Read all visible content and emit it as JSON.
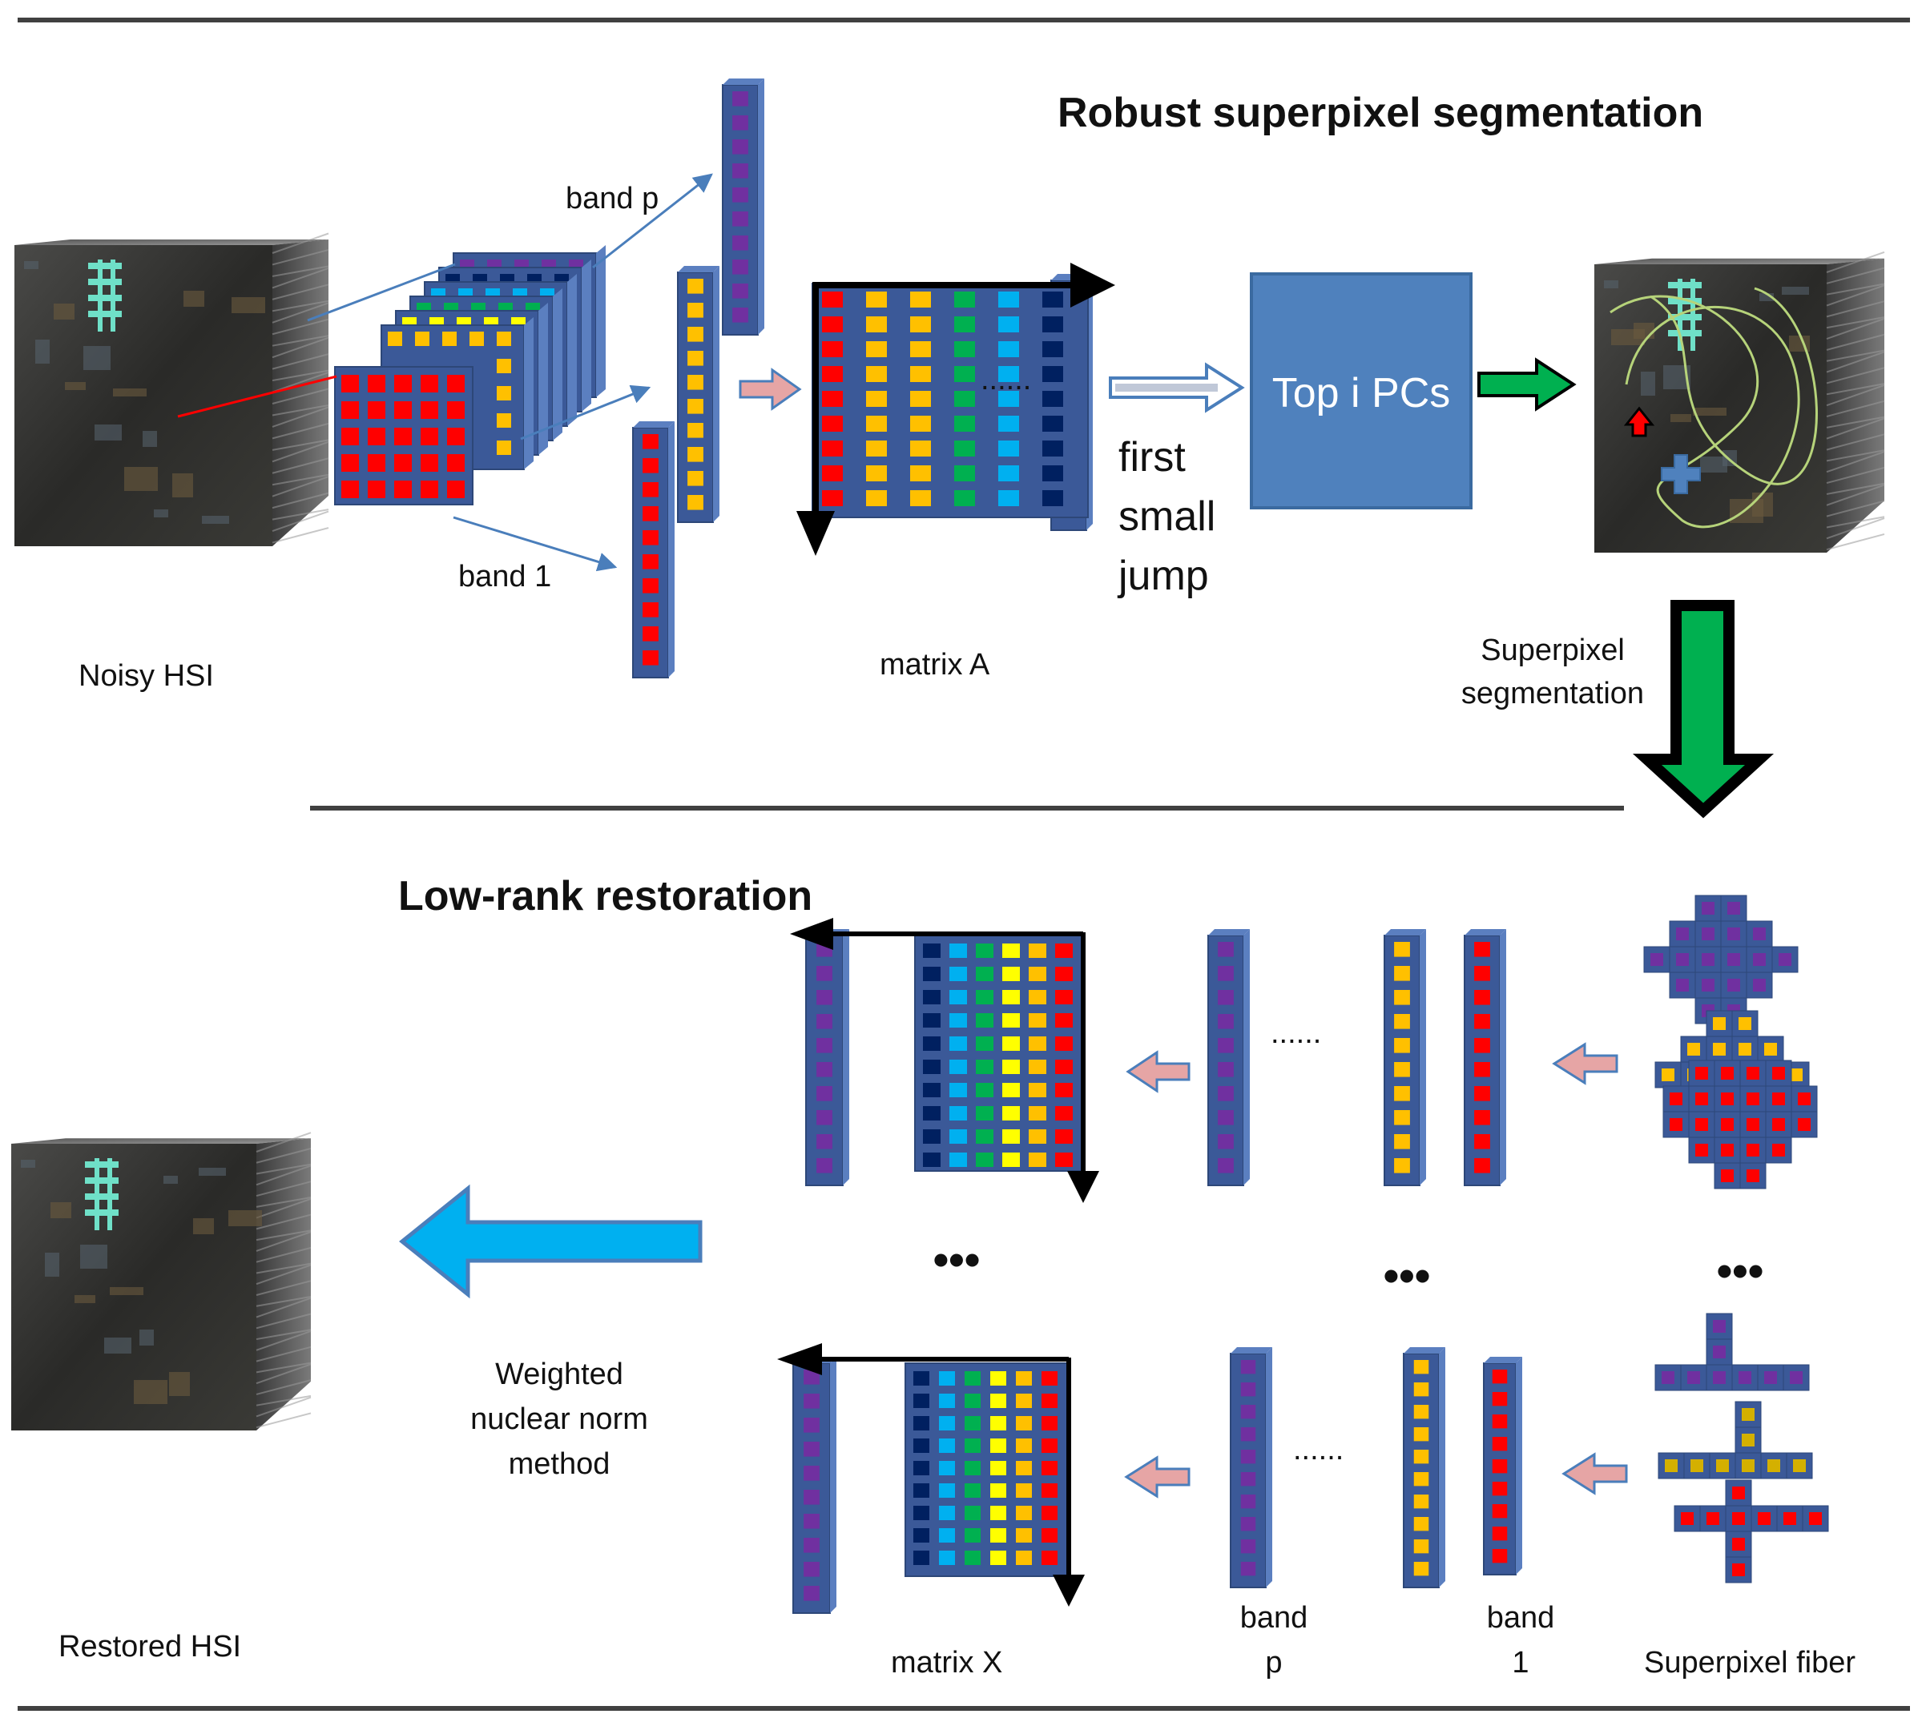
{
  "top": {
    "title": "Robust superpixel segmentation",
    "noisy_label": "Noisy HSI",
    "band_p_label": "band p",
    "band_1_label": "band 1",
    "matrix_a_label": "matrix A",
    "dots": "......",
    "first": "first",
    "small": "small",
    "jump": "jump",
    "pcs_label": "Top i PCs",
    "seg_line1": "Superpixel",
    "seg_line2": "segmentation"
  },
  "bottom": {
    "title": "Low-rank restoration",
    "restored_label": "Restored HSI",
    "matrix_x_label": "matrix X",
    "band_label_word": "band",
    "band_p_sub": "p",
    "band_1_sub": "1",
    "fiber_label": "Superpixel fiber",
    "wn_line1": "Weighted",
    "wn_line2": "nuclear norm",
    "wn_line3": "method",
    "dots_a": "......",
    "dots_b": "......",
    "ellipsis": "•••"
  },
  "colors": {
    "frame": "#3b5998",
    "red": "#ff0000",
    "orange": "#ffc000",
    "yellow": "#ffff00",
    "green": "#00b050",
    "light_blue": "#00b0f0",
    "dark_blue": "#002060",
    "purple": "#7030a0",
    "box_blue": "#4f81bd",
    "green_arrow": "#00b050",
    "cyan_arrow": "#00b0f0",
    "pink_arrow": "#e6a5a5"
  }
}
